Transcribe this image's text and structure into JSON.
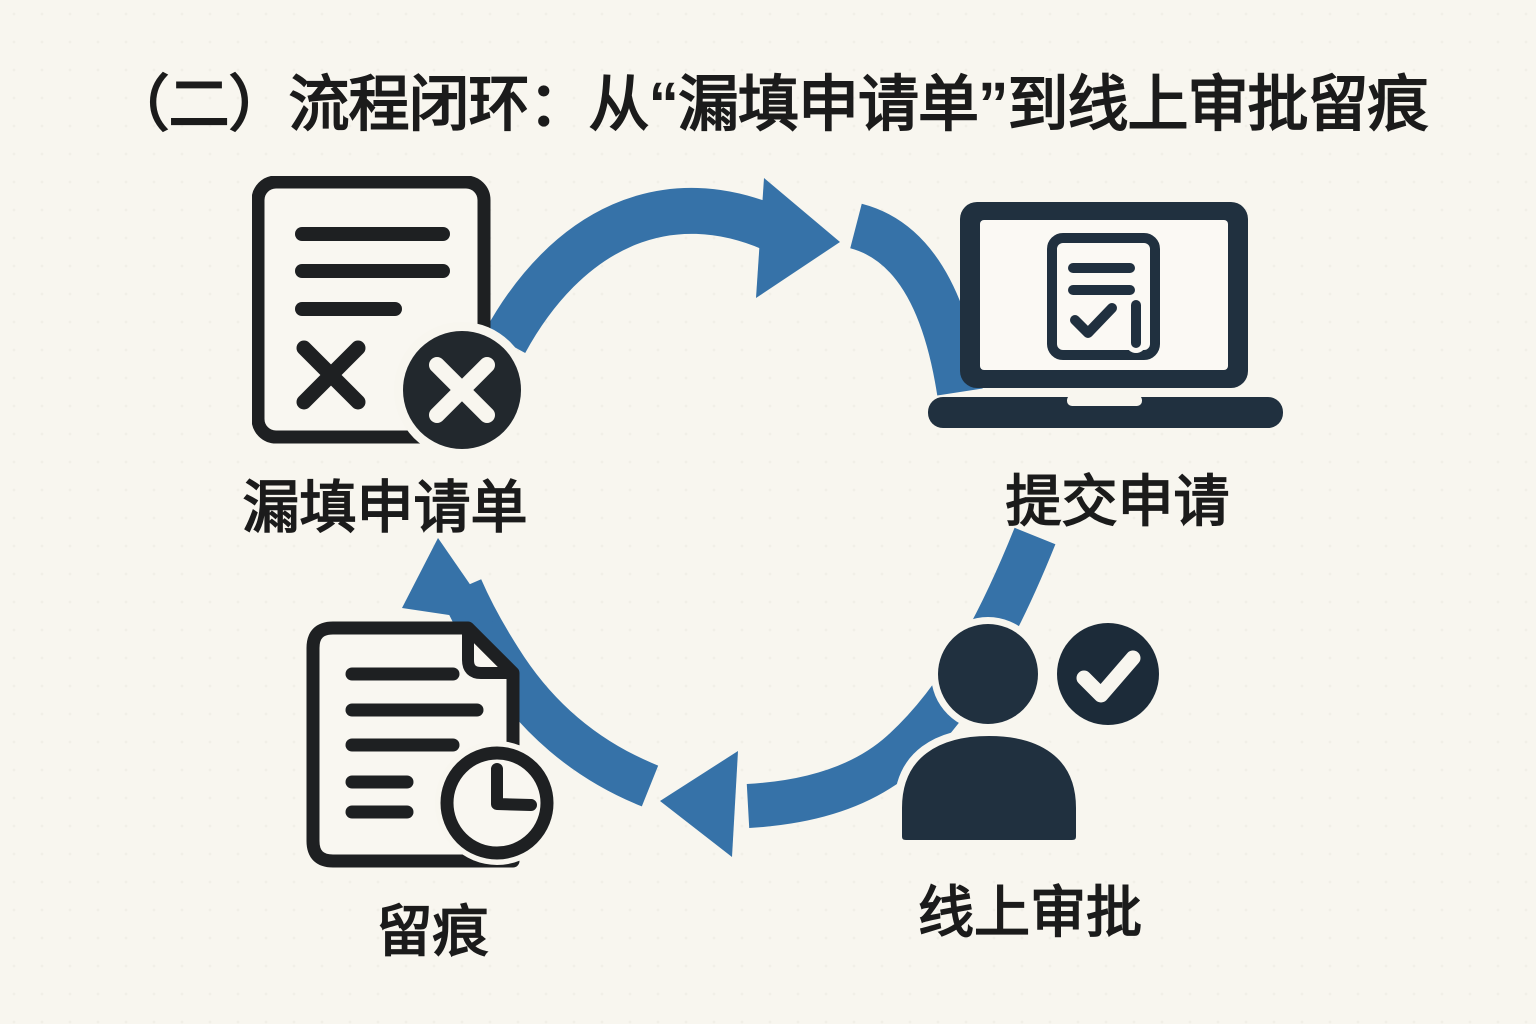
{
  "title": "（二）流程闭环：从“漏填申请单”到线上审批留痕",
  "diagram": {
    "type": "cycle",
    "direction": "clockwise",
    "steps": [
      {
        "id": "missing-form",
        "label": "漏填申请单",
        "icon": "document-error-icon",
        "position": "top-left"
      },
      {
        "id": "submit-application",
        "label": "提交申请",
        "icon": "laptop-document-icon",
        "position": "top-right"
      },
      {
        "id": "online-approval",
        "label": "线上审批",
        "icon": "person-check-icon",
        "position": "bottom-right"
      },
      {
        "id": "record-trace",
        "label": "留痕",
        "icon": "document-clock-icon",
        "position": "bottom-left"
      }
    ]
  },
  "colors": {
    "background": "#F8F6EF",
    "ink_black": "#1E2022",
    "navy": "#20303F",
    "badge_charcoal": "#22282D",
    "arrow_blue": "#3672A8",
    "label_text": "#1B1B1B"
  }
}
